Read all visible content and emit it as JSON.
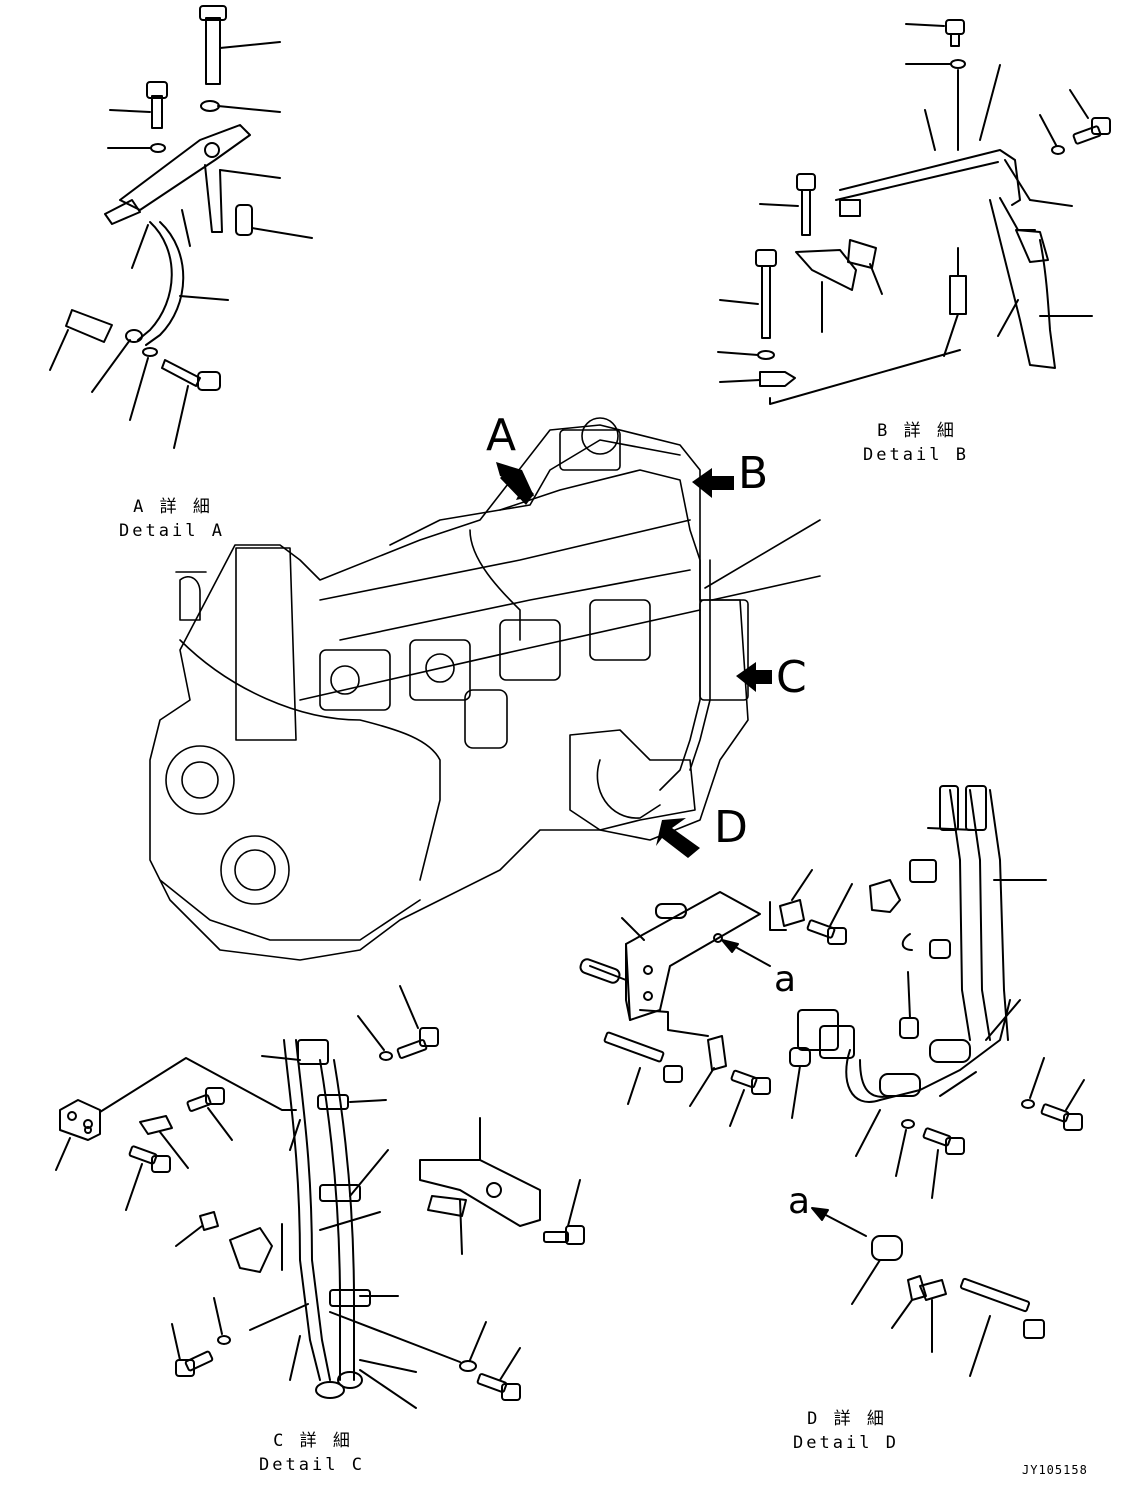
{
  "detail_a": {
    "jp": "A 詳 細",
    "en": "Detail A"
  },
  "detail_b": {
    "jp": "B 詳 細",
    "en": "Detail B"
  },
  "detail_c": {
    "jp": "C 詳 細",
    "en": "Detail C"
  },
  "detail_d": {
    "jp": "D 詳 細",
    "en": "Detail D"
  },
  "view_arrows": {
    "a": "A",
    "b": "B",
    "c": "C",
    "d": "D"
  },
  "direction_marks": {
    "upper": "a",
    "lower": "a"
  },
  "drawing_code": "JY105158"
}
